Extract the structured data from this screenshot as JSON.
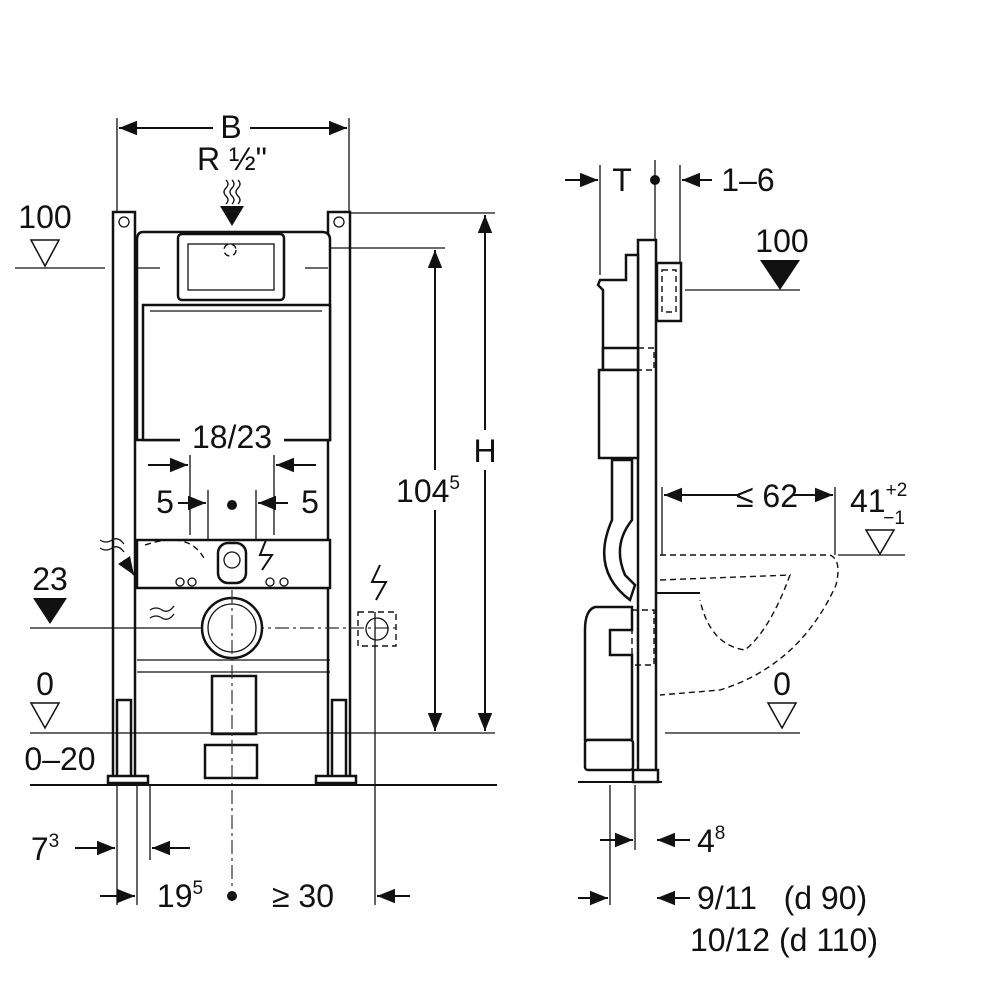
{
  "front_view": {
    "width_label": "B",
    "water_connection": "R ½\"",
    "level_top": "100",
    "flush_spacing": "18/23",
    "offset_left": "5",
    "offset_right": "5",
    "height_flush": {
      "base": "104",
      "sup": "5"
    },
    "height_total": "H",
    "level_mid": "23",
    "level_floor": "0",
    "floor_range": "0–20",
    "foot_offset": {
      "base": "7",
      "sup": "3"
    },
    "drain_offset": {
      "base": "19",
      "sup": "5"
    },
    "socket_offset": "≥ 30"
  },
  "side_view": {
    "depth_label": "T",
    "plate_gap": "1–6",
    "level_top": "100",
    "bowl_projection": "≤ 62",
    "bowl_height": {
      "base": "41",
      "sup": "+2",
      "sub": "−1"
    },
    "level_floor": "0",
    "pipe_offset": {
      "base": "4",
      "sup": "8"
    },
    "drain_d90": "9/11   (d 90)",
    "drain_d110": "10/12 (d 110)"
  },
  "colors": {
    "ink": "#111111",
    "background": "#ffffff"
  }
}
